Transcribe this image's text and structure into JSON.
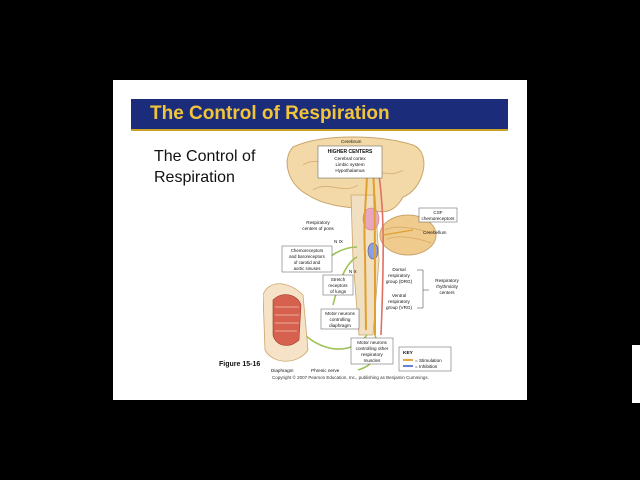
{
  "slide": {
    "title": "The Control of Respiration",
    "subtitle": "The Control of Respiration",
    "figure_label": "Figure 15-16",
    "copyright": "Copyright © 2007 Pearson Education, Inc., publishing as Benjamin Cummings."
  },
  "diagram": {
    "cerebrum": "Cerebrum",
    "higher_centers_title": "HIGHER CENTERS",
    "higher_centers_items": [
      "Cerebral cortex",
      "Limbic system",
      "Hypothalamus"
    ],
    "csf_chemoreceptors": [
      "CSF",
      "chemoreceptors"
    ],
    "cerebellum": "Cerebellum",
    "respiratory_centers_pons": [
      "Respiratory",
      "centers of pons"
    ],
    "n_ix": "N IX",
    "n_x": "N X",
    "chemo_baro": [
      "Chemoreceptors",
      "and baroreceptors",
      "of carotid and",
      "aortic sinuses"
    ],
    "stretch_receptors": [
      "Stretch",
      "receptors",
      "of lungs"
    ],
    "drg": [
      "Dorsal",
      "respiratory",
      "group (DRG)"
    ],
    "vrg": [
      "Ventral",
      "respiratory",
      "group (VRG)"
    ],
    "rhythmicity": [
      "Respiratory",
      "rhythmicity",
      "centers"
    ],
    "motor_diaphragm": [
      "Motor neurons",
      "controlling",
      "diaphragm"
    ],
    "motor_other": [
      "Motor neurons",
      "controlling other",
      "respiratory",
      "muscles"
    ],
    "diaphragm": "Diaphragm",
    "phrenic_nerve": "Phrenic nerve",
    "key_title": "KEY",
    "key_stimulation": "= Stimulation",
    "key_inhibition": "= Inhibition"
  },
  "colors": {
    "title_bar": "#1b2d7a",
    "title_text": "#f2c43a",
    "stimulation": "#e0a030",
    "inhibition": "#5b6fd6"
  }
}
